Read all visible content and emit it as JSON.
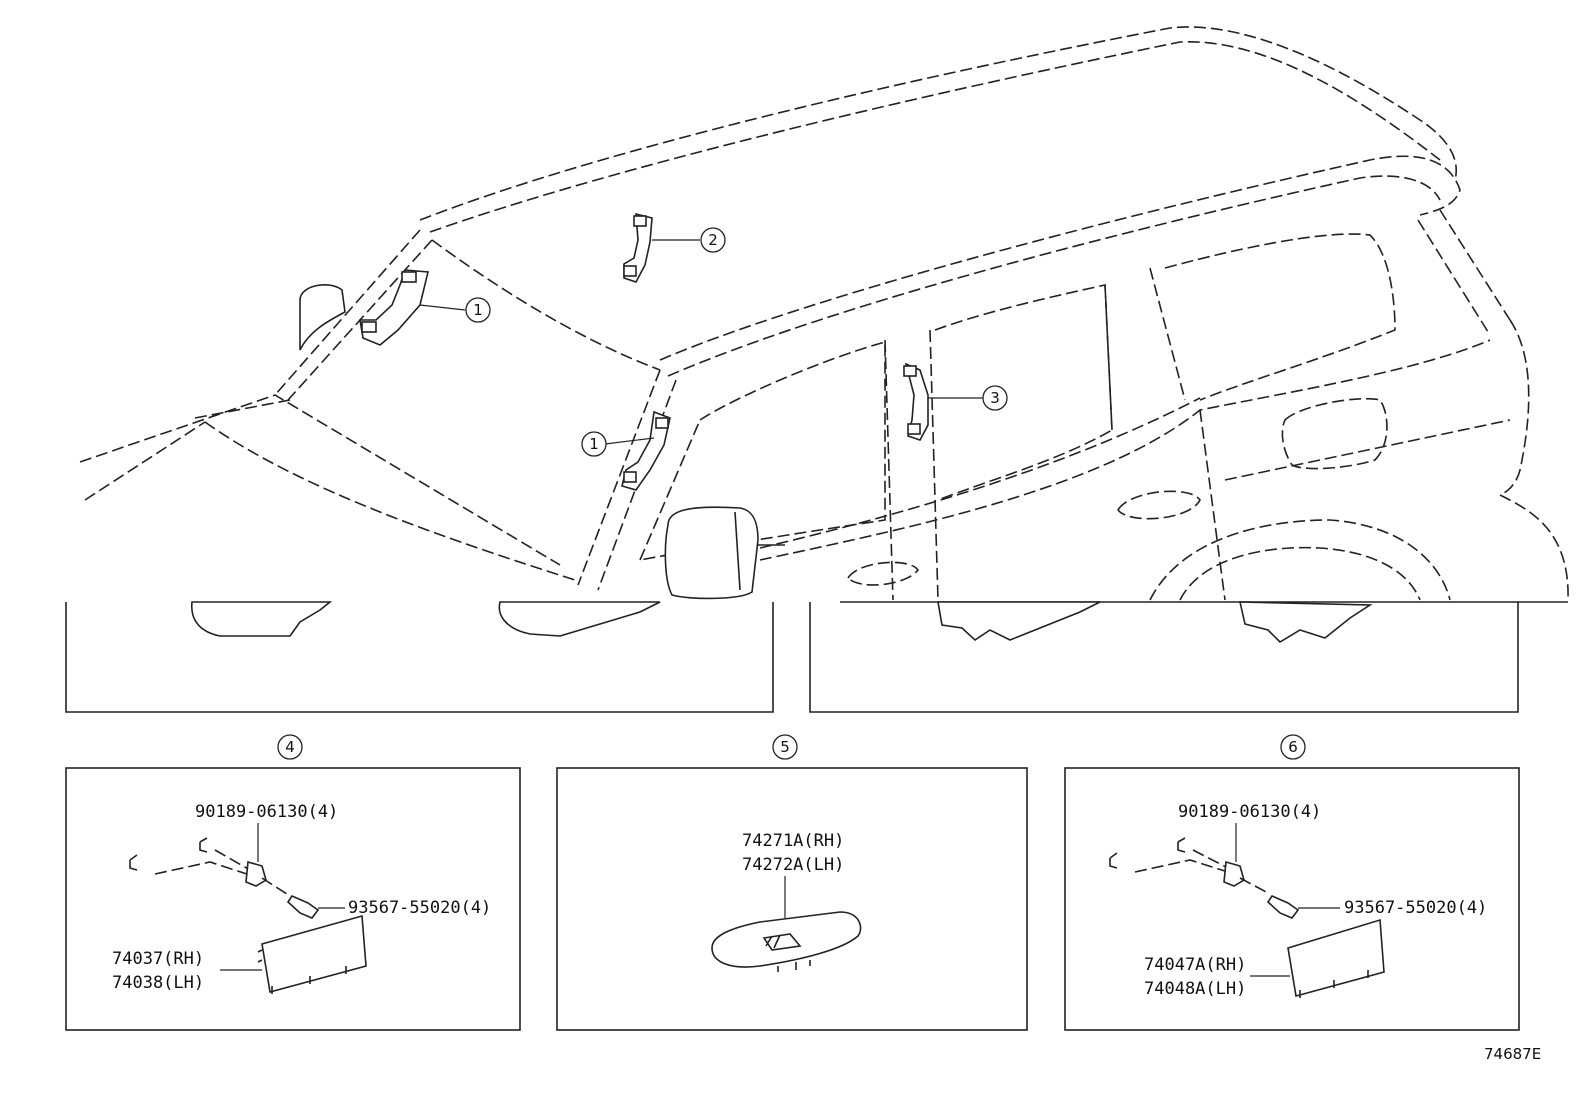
{
  "callouts": {
    "c1a": "1",
    "c1b": "1",
    "c2": "2",
    "c3": "3",
    "c4": "4",
    "c5": "5",
    "c6": "6"
  },
  "panel4": {
    "screw": "90189-06130(4)",
    "bolt": "93567-55020(4)",
    "part_rh": "74037(RH)",
    "part_lh": "74038(LH)"
  },
  "panel5": {
    "part_rh": "74271A(RH)",
    "part_lh": "74272A(LH)"
  },
  "panel6": {
    "screw": "90189-06130(4)",
    "bolt": "93567-55020(4)",
    "part_rh": "74047A(RH)",
    "part_lh": "74048A(LH)"
  },
  "diagram_ref": "74687E"
}
